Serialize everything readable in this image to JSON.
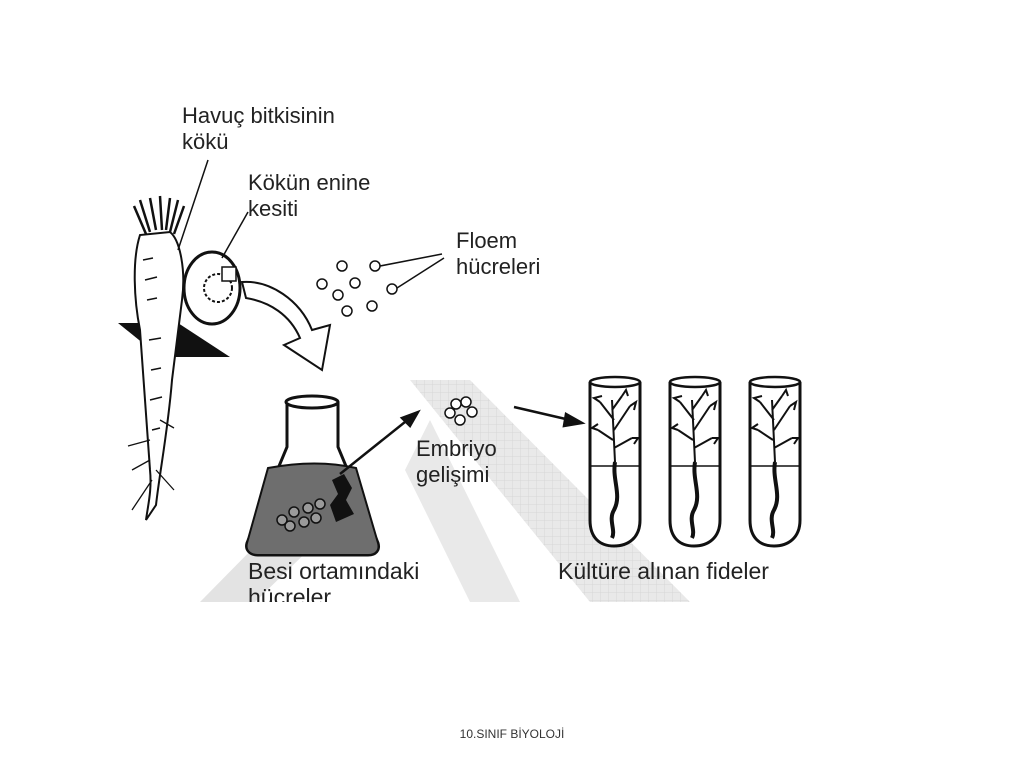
{
  "labels": {
    "carrot_root": [
      "Havuç bitkisinin",
      "kökü"
    ],
    "cross_section": [
      "Kökün enine",
      "kesiti"
    ],
    "phloem_cells": [
      "Floem",
      "hücreleri"
    ],
    "embryo": [
      "Embriyo",
      "gelişimi"
    ],
    "medium_cells": [
      "Besi ortamındaki",
      "hücreler"
    ],
    "cultured_seedlings": "Kültüre alınan fideler"
  },
  "footer": "10.SINIF BİYOLOJİ"
}
